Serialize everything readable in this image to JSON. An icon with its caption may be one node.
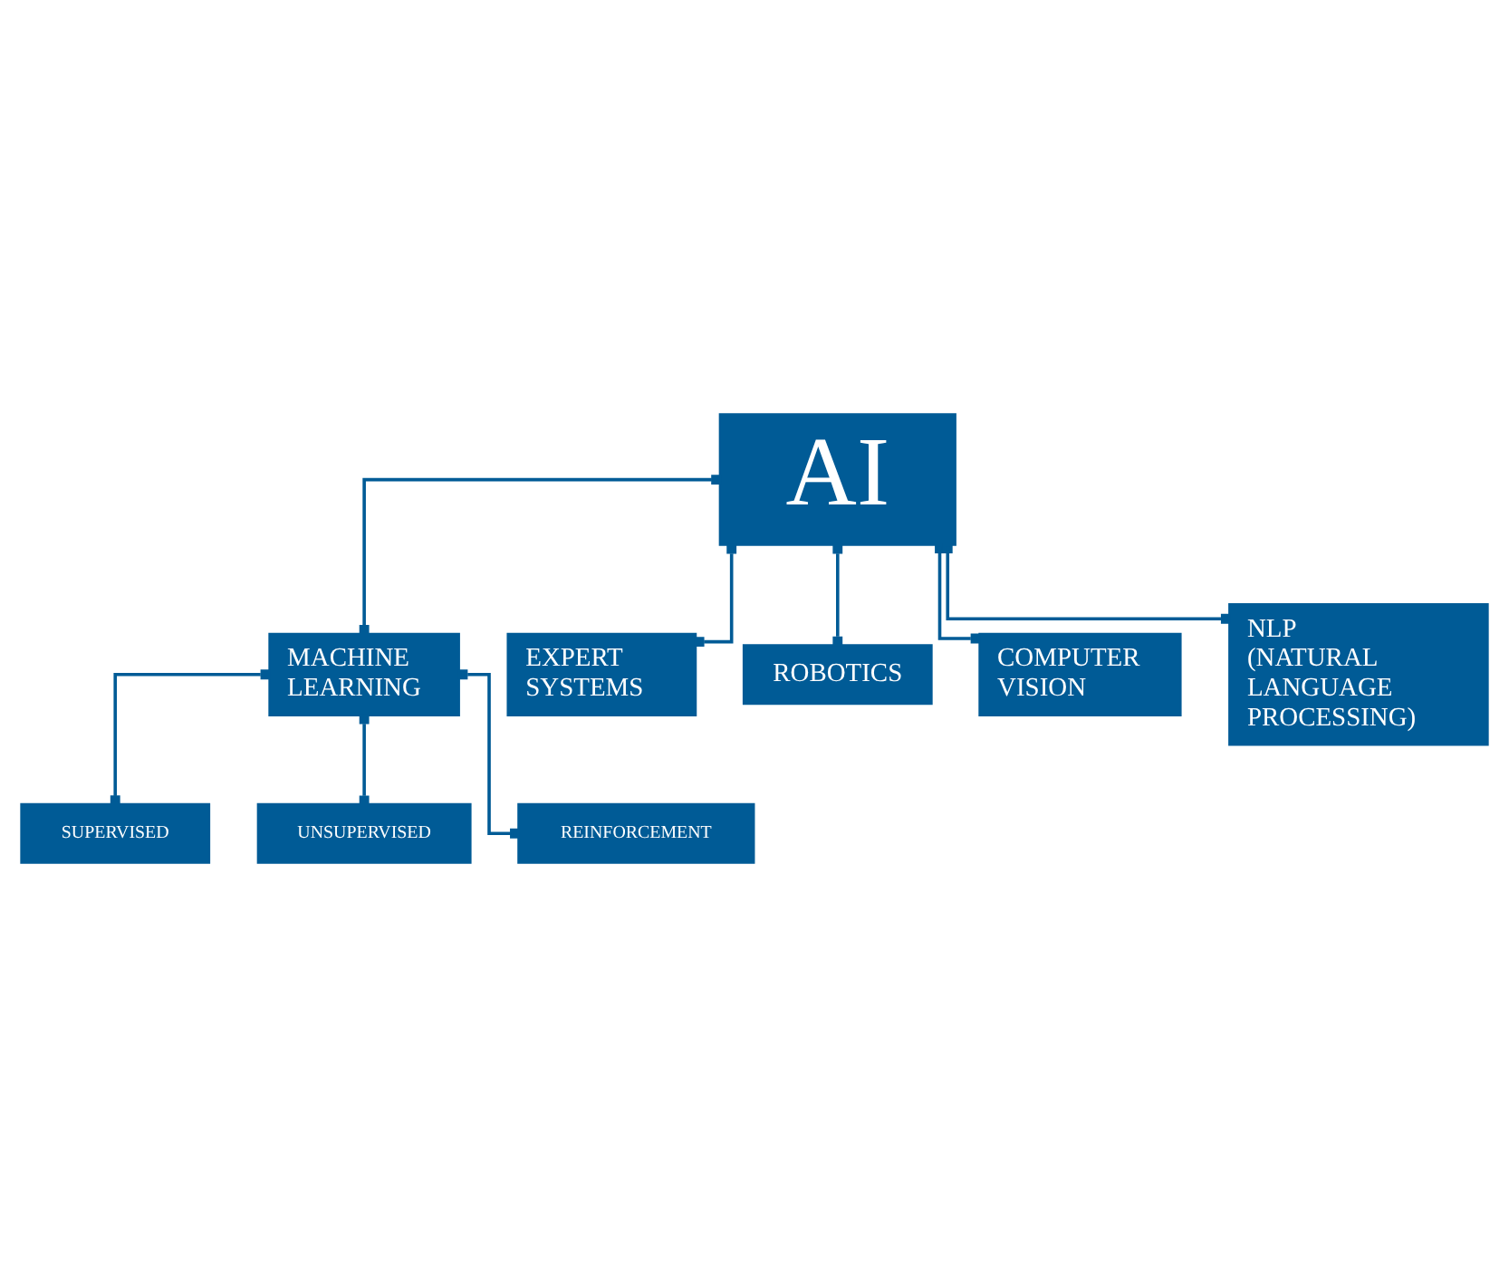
{
  "diagram": {
    "nodes": [
      {
        "text": [
          "AI"
        ]
      },
      {
        "text": [
          "MACHINE LEARNING"
        ]
      },
      {
        "text": [
          "EXPERT SYSTEMS"
        ]
      },
      {
        "text": [
          "ROBOTICS"
        ]
      },
      {
        "text": [
          "COMPUTER VISION"
        ]
      },
      {
        "text": [
          "NLP (NATURAL LANGUAGE PROCESSING)"
        ]
      },
      {
        "text": [
          "SUPERVISED"
        ]
      },
      {
        "text": [
          "UNSUPERVISED"
        ]
      },
      {
        "text": [
          "REINFORCEMENT"
        ]
      }
    ],
    "edges": [
      {
        "from": 0,
        "to": 1,
        "arrow": "other"
      },
      {
        "from": 0,
        "to": 2,
        "arrow": "other"
      },
      {
        "from": 0,
        "to": 3,
        "arrow": "other"
      },
      {
        "from": 0,
        "to": 4,
        "arrow": "other"
      },
      {
        "from": 0,
        "to": 5,
        "arrow": "other"
      },
      {
        "from": 1,
        "to": 6,
        "arrow": "other"
      },
      {
        "from": 1,
        "to": 7,
        "arrow": "other"
      },
      {
        "from": 1,
        "to": 8,
        "arrow": "other"
      }
    ]
  }
}
